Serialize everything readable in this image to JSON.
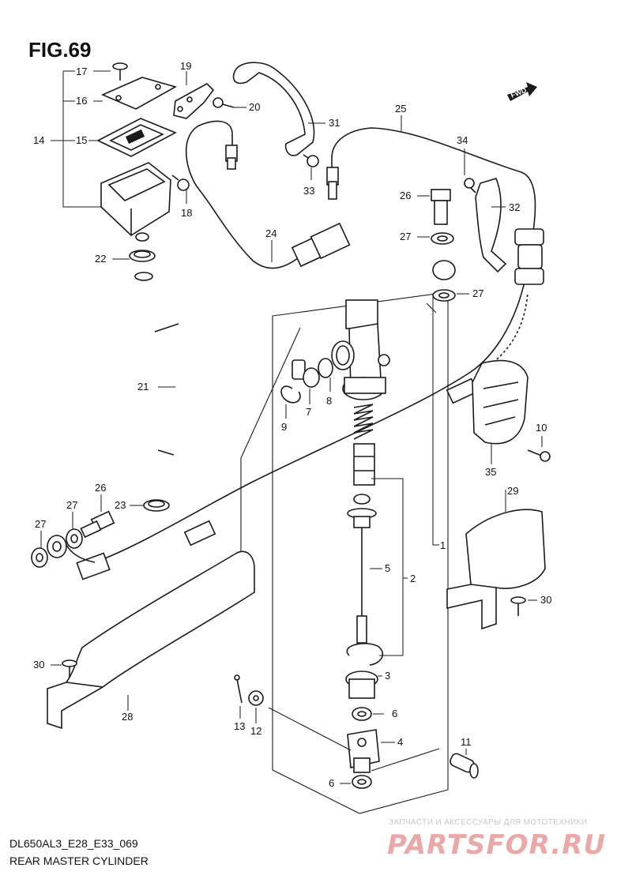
{
  "figure": {
    "title": "FIG.69",
    "model_code": "DL650AL3_E28_E33_069",
    "name": "REAR MASTER CYLINDER"
  },
  "watermark": {
    "tagline": "ЗАПЧАСТИ И АКСЕССУАРЫ ДЛЯ МОТОТЕХНИКИ",
    "logo": "PARTSFOR.RU"
  },
  "fwd_marker": "FWD",
  "callouts": {
    "c1": "1",
    "c2": "2",
    "c3": "3",
    "c4": "4",
    "c5": "5",
    "c6a": "6",
    "c6b": "6",
    "c7": "7",
    "c8": "8",
    "c9": "9",
    "c10": "10",
    "c11": "11",
    "c12": "12",
    "c13": "13",
    "c14": "14",
    "c15": "15",
    "c16": "16",
    "c17": "17",
    "c18": "18",
    "c19": "19",
    "c20": "20",
    "c21": "21",
    "c22": "22",
    "c23": "23",
    "c24": "24",
    "c25": "25",
    "c26a": "26",
    "c26b": "26",
    "c27a": "27",
    "c27b": "27",
    "c27c": "27",
    "c27d": "27",
    "c28": "28",
    "c29": "29",
    "c30a": "30",
    "c30b": "30",
    "c31": "31",
    "c32": "32",
    "c33": "33",
    "c34": "34",
    "c35": "35"
  }
}
